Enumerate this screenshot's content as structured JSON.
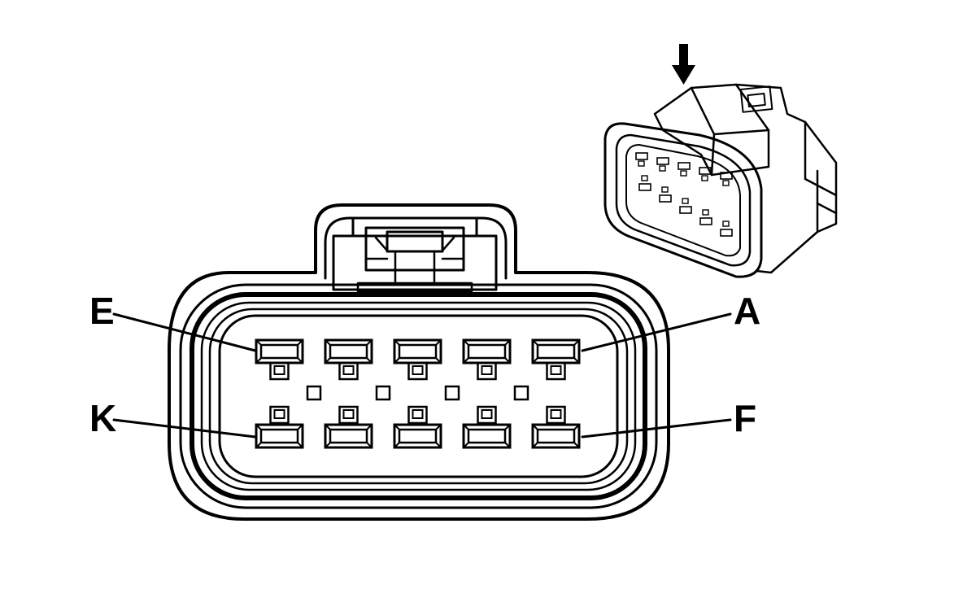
{
  "labels": {
    "top_left": "E",
    "top_right": "A",
    "bottom_left": "K",
    "bottom_right": "F"
  },
  "connector": {
    "rows": 2,
    "terminals_per_row": 5,
    "locator_squares": 4
  },
  "icons": {
    "pointer": "down-arrow-icon",
    "inset": "connector-isometric-view"
  }
}
